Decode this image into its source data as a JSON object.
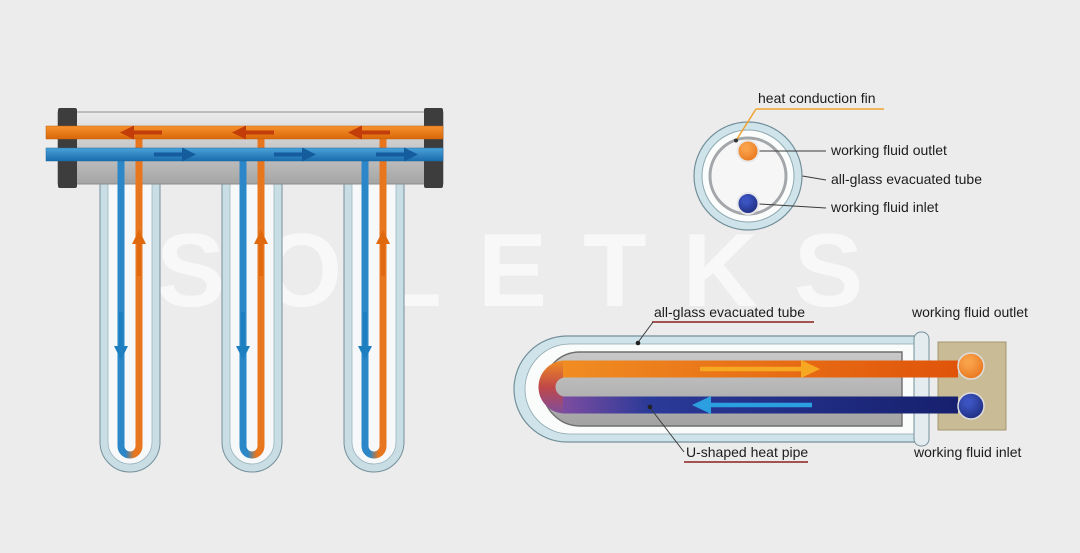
{
  "watermark": "SOLETKS",
  "cross_section_diagram": {
    "labels": {
      "heat_conduction_fin": "heat conduction fin",
      "working_fluid_outlet": "working fluid outlet",
      "all_glass_evacuated_tube": "all-glass evacuated tube",
      "working_fluid_inlet": "working fluid inlet"
    }
  },
  "side_view_diagram": {
    "labels": {
      "all_glass_evacuated_tube": "all-glass evacuated tube",
      "working_fluid_outlet": "working fluid outlet",
      "u_shaped_heat_pipe": "U-shaped heat pipe",
      "working_fluid_inlet": "working fluid inlet"
    }
  },
  "colors": {
    "background": "#ececec",
    "hot": "#e8761e",
    "cold": "#2b87c8",
    "inlet_navy": "#1a2f8f",
    "glass": "#cfe3ea",
    "fin_gray": "#b5b5b5",
    "manifold_tan": "#c9bb96",
    "annotation_red": "#8b2020",
    "annotation_orange": "#f0a430"
  }
}
